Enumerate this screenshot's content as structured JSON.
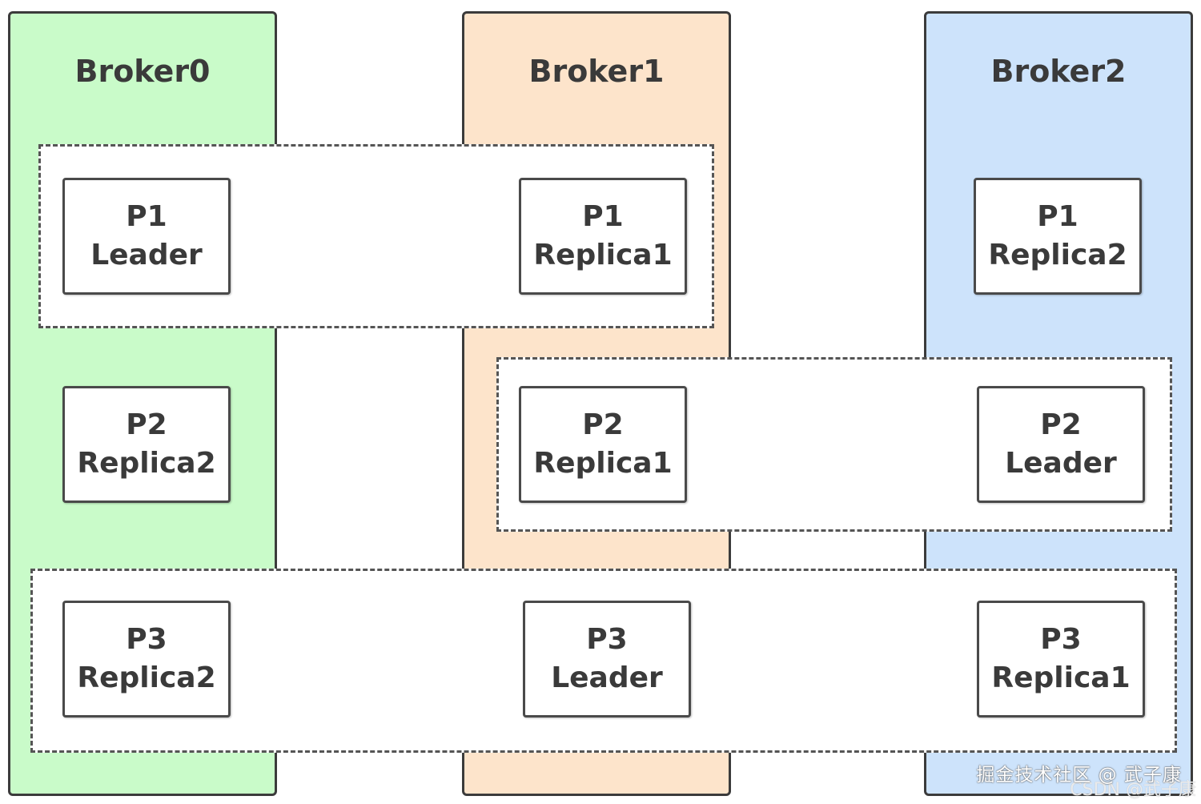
{
  "brokers": [
    {
      "name": "Broker0",
      "color": "#c9fbc9"
    },
    {
      "name": "Broker1",
      "color": "#fde4cb"
    },
    {
      "name": "Broker2",
      "color": "#cde3fb"
    }
  ],
  "partitions": {
    "p1": [
      {
        "id": "P1",
        "role": "Leader"
      },
      {
        "id": "P1",
        "role": "Replica1"
      },
      {
        "id": "P1",
        "role": "Replica2"
      }
    ],
    "p2": [
      {
        "id": "P2",
        "role": "Replica2"
      },
      {
        "id": "P2",
        "role": "Replica1"
      },
      {
        "id": "P2",
        "role": "Leader"
      }
    ],
    "p3": [
      {
        "id": "P3",
        "role": "Replica2"
      },
      {
        "id": "P3",
        "role": "Leader"
      },
      {
        "id": "P3",
        "role": "Replica1"
      }
    ]
  },
  "watermark": {
    "text": "掘金技术社区 @ 武子康",
    "secondary": "CSDN @武子康"
  }
}
